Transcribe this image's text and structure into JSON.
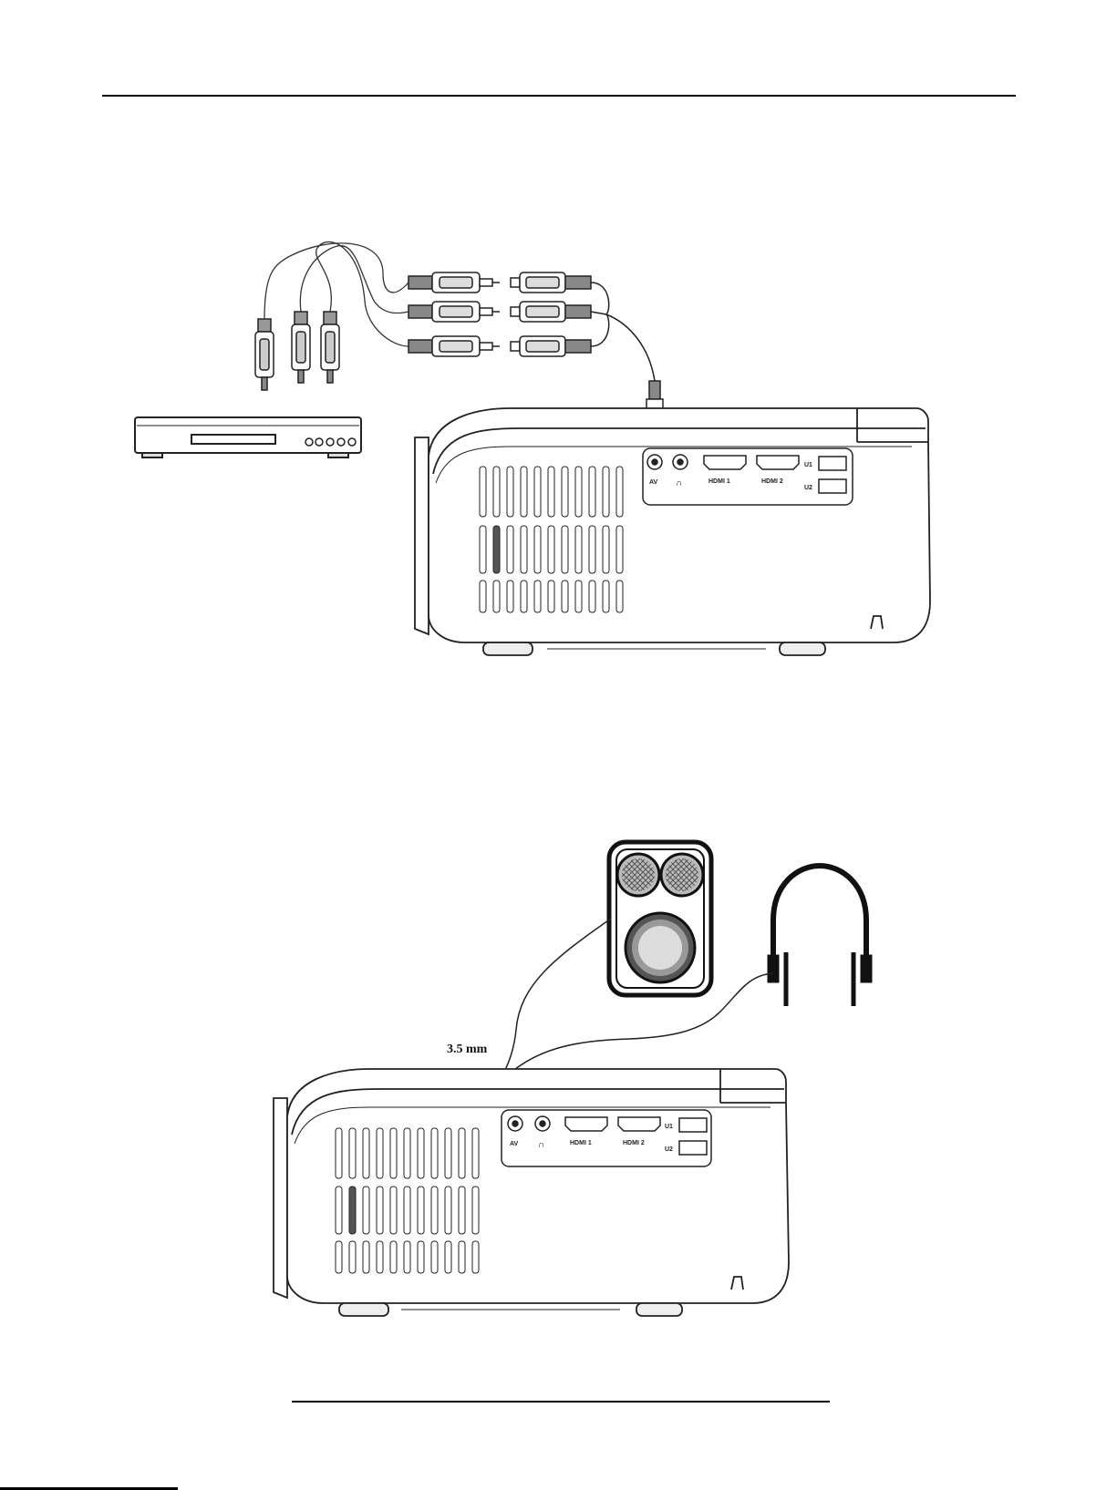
{
  "diagram1": {
    "ports": {
      "av": "AV",
      "hdmi1": "HDMI 1",
      "hdmi2": "HDMI 2",
      "u1": "U1",
      "u2": "U2"
    }
  },
  "diagram2": {
    "cable_label": "3.5 mm",
    "ports": {
      "av": "AV",
      "hdmi1": "HDMI 1",
      "hdmi2": "HDMI 2",
      "u1": "U1",
      "u2": "U2"
    }
  },
  "icons": [
    "dvd-player-icon",
    "rca-connector-icon",
    "projector-icon",
    "speaker-icon",
    "headphones-icon",
    "headphone-jack-icon",
    "hdmi-port-icon",
    "usb-port-icon"
  ]
}
